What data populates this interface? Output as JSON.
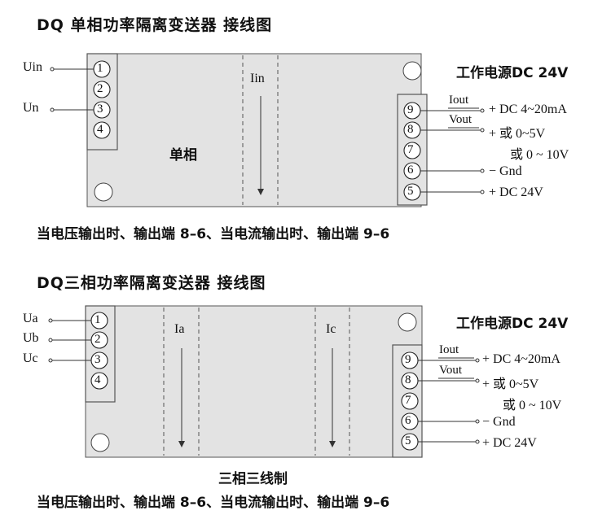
{
  "single": {
    "title": "DQ 单相功率隔离变送器 接线图",
    "input_terminals": [
      "1",
      "2",
      "3",
      "4"
    ],
    "output_terminals": [
      "9",
      "8",
      "7",
      "6",
      "5"
    ],
    "input_labels": [
      "Uin",
      "Un"
    ],
    "current_label": "Iin",
    "module_label": "单相",
    "power_label": "工作电源DC 24V",
    "iout_label": "Iout",
    "vout_label": "Vout",
    "row_texts": [
      "+ DC 4~20mA",
      "+  或  0~5V",
      "或 0 ~ 10V",
      "−       Gnd",
      "+    DC  24V"
    ],
    "caption": "当电压输出时、输出端  8–6、当电流输出时、输出端  9–6"
  },
  "three": {
    "title": "DQ三相功率隔离变送器 接线图",
    "input_terminals": [
      "1",
      "2",
      "3",
      "4"
    ],
    "output_terminals": [
      "9",
      "8",
      "7",
      "6",
      "5"
    ],
    "input_labels": [
      "Ua",
      "Ub",
      "Uc"
    ],
    "current_labels": [
      "Ia",
      "Ic"
    ],
    "power_label": "工作电源DC 24V",
    "iout_label": "Iout",
    "vout_label": "Vout",
    "row_texts": [
      "+ DC 4~20mA",
      "+  或  0~5V",
      "或 0 ~ 10V",
      "−      Gnd",
      "+   DC  24V"
    ],
    "module_label": "三相三线制",
    "caption": "当电压输出时、输出端  8–6、当电流输出时、输出端  9–6"
  },
  "colors": {
    "board": "#e3e3e3",
    "line": "#333333",
    "text": "#111111"
  }
}
